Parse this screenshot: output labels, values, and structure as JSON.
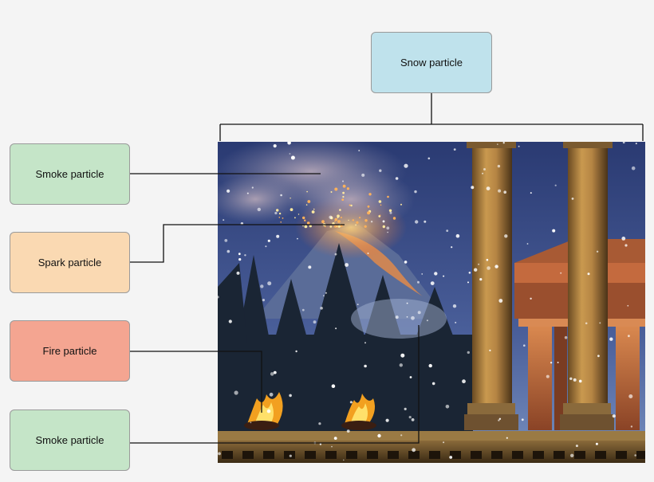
{
  "labels": {
    "snow": "Snow particle",
    "smoke_top": "Smoke particle",
    "spark": "Spark particle",
    "fire": "Fire particle",
    "smoke_bottom": "Smoke particle"
  },
  "colors": {
    "snow_box": "#bfe2ec",
    "smoke_box": "#c5e5c8",
    "spark_box": "#fad9b2",
    "fire_box": "#f4a591",
    "connector": "#111111",
    "sky_top": "#2c3f78",
    "sky_bottom": "#6e84b4",
    "column": "#b78a4a",
    "temple": "#c8734a"
  },
  "icons": {
    "snow": "snowflake-dots",
    "fire": "flame-icon",
    "tree": "pine-tree-icon",
    "column": "doric-column-icon",
    "temple": "greek-temple-icon",
    "volcano": "volcano-icon"
  }
}
